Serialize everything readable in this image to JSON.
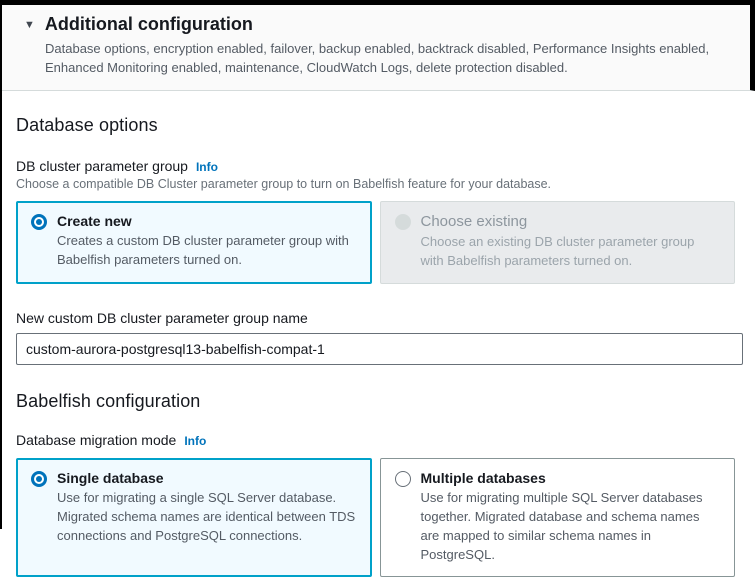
{
  "header": {
    "collapse_icon": "▼",
    "title": "Additional configuration",
    "description": "Database options, encryption enabled, failover, backup enabled, backtrack disabled, Performance Insights enabled, Enhanced Monitoring enabled, maintenance, CloudWatch Logs, delete protection disabled."
  },
  "database_options": {
    "heading": "Database options",
    "parameter_group_field": {
      "label": "DB cluster parameter group",
      "info_label": "Info",
      "description": "Choose a compatible DB Cluster parameter group to turn on Babelfish feature for your database.",
      "options": [
        {
          "title": "Create new",
          "description": "Creates a custom DB cluster parameter group with Babelfish parameters turned on.",
          "selected": true,
          "disabled": false
        },
        {
          "title": "Choose existing",
          "description": "Choose an existing DB cluster parameter group with Babelfish parameters turned on.",
          "selected": false,
          "disabled": true
        }
      ]
    },
    "name_field": {
      "label": "New custom DB cluster parameter group name",
      "value": "custom-aurora-postgresql13-babelfish-compat-1"
    }
  },
  "babelfish_configuration": {
    "heading": "Babelfish configuration",
    "migration_mode_field": {
      "label": "Database migration mode",
      "info_label": "Info",
      "options": [
        {
          "title": "Single database",
          "description": "Use for migrating a single SQL Server database. Migrated schema names are identical between TDS connections and PostgreSQL connections.",
          "selected": true,
          "disabled": false
        },
        {
          "title": "Multiple databases",
          "description": "Use for migrating multiple SQL Server databases together. Migrated database and schema names are mapped to similar schema names in PostgreSQL.",
          "selected": false,
          "disabled": false
        }
      ]
    }
  },
  "colors": {
    "accent_blue": "#0073bb",
    "selected_tile_border": "#00a1c9",
    "selected_tile_bg": "#f1faff",
    "disabled_tile_bg": "#e9ebed",
    "frame_border": "#000000"
  }
}
